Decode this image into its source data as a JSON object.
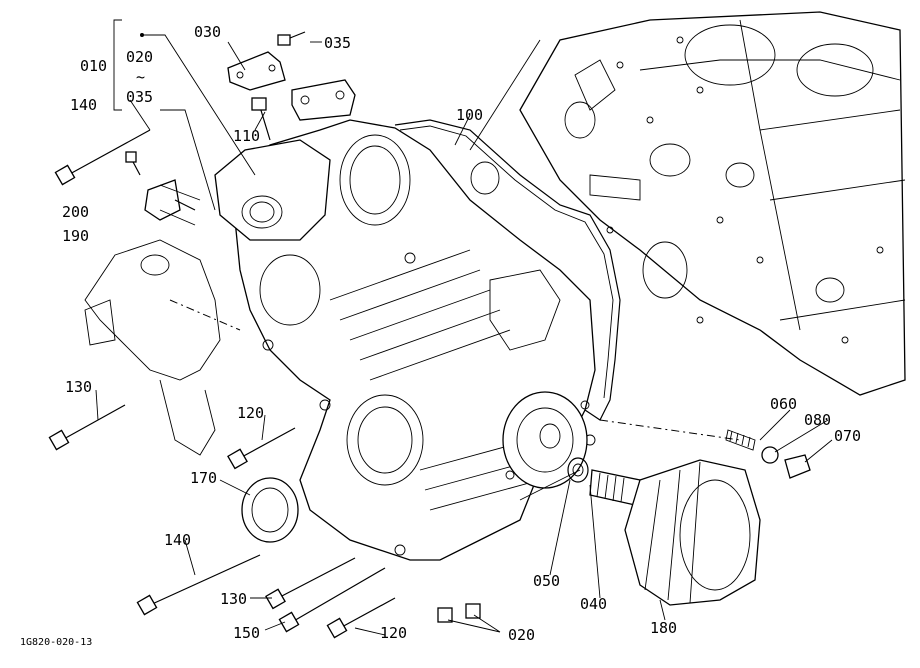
{
  "diagram": {
    "drawing_code": "1G820-020-13",
    "callouts": [
      {
        "id": "c010",
        "text": "010"
      },
      {
        "id": "c020a",
        "text": "020"
      },
      {
        "id": "ctilde",
        "text": "~"
      },
      {
        "id": "c035a",
        "text": "035"
      },
      {
        "id": "c030",
        "text": "030"
      },
      {
        "id": "c035b",
        "text": "035"
      },
      {
        "id": "c140a",
        "text": "140"
      },
      {
        "id": "c110",
        "text": "110"
      },
      {
        "id": "c100",
        "text": "100"
      },
      {
        "id": "c200",
        "text": "200"
      },
      {
        "id": "c190",
        "text": "190"
      },
      {
        "id": "c130a",
        "text": "130"
      },
      {
        "id": "c120a",
        "text": "120"
      },
      {
        "id": "c170",
        "text": "170"
      },
      {
        "id": "c060",
        "text": "060"
      },
      {
        "id": "c080",
        "text": "080"
      },
      {
        "id": "c070",
        "text": "070"
      },
      {
        "id": "c140b",
        "text": "140"
      },
      {
        "id": "c050",
        "text": "050"
      },
      {
        "id": "c040",
        "text": "040"
      },
      {
        "id": "c130b",
        "text": "130"
      },
      {
        "id": "c150",
        "text": "150"
      },
      {
        "id": "c120b",
        "text": "120"
      },
      {
        "id": "c020b",
        "text": "020"
      },
      {
        "id": "c180",
        "text": "180"
      }
    ]
  }
}
